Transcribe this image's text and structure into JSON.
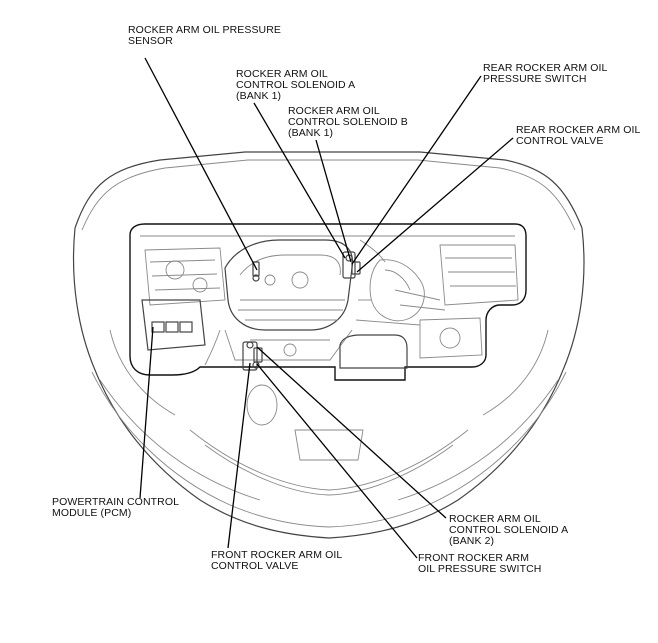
{
  "labels": {
    "rocker_arm_oil_pressure_sensor": [
      "ROCKER ARM OIL PRESSURE",
      "SENSOR"
    ],
    "solenoid_a_bank1": [
      "ROCKER ARM OIL",
      "CONTROL SOLENOID A",
      "(BANK 1)"
    ],
    "solenoid_b_bank1": [
      "ROCKER ARM OIL",
      "CONTROL SOLENOID B",
      "(BANK 1)"
    ],
    "rear_pressure_switch": [
      "REAR ROCKER ARM OIL",
      "PRESSURE SWITCH"
    ],
    "rear_control_valve": [
      "REAR ROCKER ARM OIL",
      "CONTROL VALVE"
    ],
    "pcm": [
      "POWERTRAIN CONTROL",
      "MODULE (PCM)"
    ],
    "solenoid_a_bank2": [
      "ROCKER ARM OIL",
      "CONTROL SOLENOID A",
      "(BANK 2)"
    ],
    "front_control_valve": [
      "FRONT ROCKER ARM OIL",
      "CONTROL VALVE"
    ],
    "front_pressure_switch": [
      "FRONT ROCKER ARM",
      "OIL PRESSURE SWITCH"
    ]
  }
}
